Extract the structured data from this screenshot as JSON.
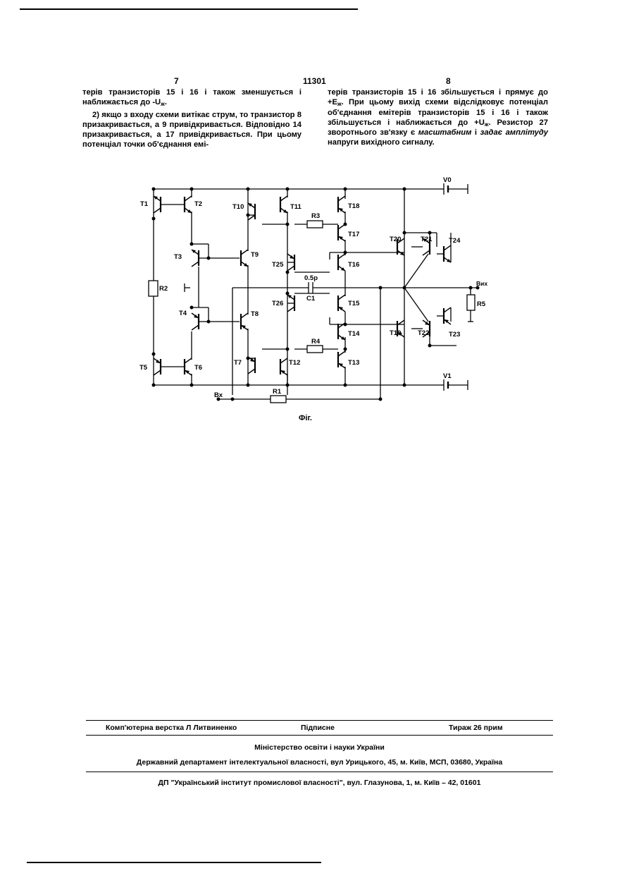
{
  "header": {
    "left_page": "7",
    "doc_number": "11301",
    "right_page": "8"
  },
  "left_column": {
    "p1_a": "терів транзисторів 15 і 16 і також зменшується і наближається до -U",
    "p1_sub": "ж",
    "p1_b": ".",
    "p2": "2) якщо з входу схеми витікає струм, то транзистор 8 призакривається, а 9 привідкривається. Відповідно 14 призакривається, а 17 привідкривається. При цьому потенціал точки об'єднання емі-"
  },
  "right_column": {
    "p1_a": "терів транзисторів 15 і 16 збільшується і прямує до +E",
    "p1_sub1": "ж",
    "p1_b": ". При цьому вихід схеми відслідковує потенціал об'єднання емітерів транзисторів 15 і 16 і також збільшується і наближається до +U",
    "p1_sub2": "ж",
    "p1_c": ". Резистор 27 зворотнього зв'язку є ",
    "p1_italic": "масштабним",
    "p1_d": " і ",
    "p1_italic2": "задає амплітуду",
    "p1_e": " напруги вихідного сигналу."
  },
  "figure": {
    "caption": "Фіг.",
    "labels": {
      "t1": "T1",
      "t2": "T2",
      "t3": "T3",
      "t4": "T4",
      "t5": "T5",
      "t6": "T6",
      "t7": "T7",
      "t8": "T8",
      "t9": "T9",
      "t10": "T10",
      "t11": "T11",
      "t12": "T12",
      "t13": "T13",
      "t14": "T14",
      "t15": "T15",
      "t16": "T16",
      "t17": "T17",
      "t18": "T18",
      "t19": "T19",
      "t20": "T20",
      "t21": "T21",
      "t22": "T22",
      "t23": "T23",
      "t24": "T24",
      "t25": "T25",
      "t26": "T26",
      "r1": "R1",
      "r2": "R2",
      "r3": "R3",
      "r4": "R4",
      "r5": "R5",
      "c1": "C1",
      "c1_value": "0.5p",
      "v0": "V0",
      "v1": "V1",
      "input": "Вх",
      "output": "Вих"
    }
  },
  "footer": {
    "layout": "Комп'ютерна верстка Л Литвиненко",
    "signed": "Підписне",
    "circulation": "Тираж 26 прим",
    "ministry": "Міністерство освіти і науки України",
    "department": "Державний департамент інтелектуальної власності, вул  Урицького, 45, м. Київ, МСП, 03680, Україна",
    "institute": "ДП \"Український інститут промислової власності\", вул. Глазунова, 1, м. Київ – 42, 01601"
  }
}
